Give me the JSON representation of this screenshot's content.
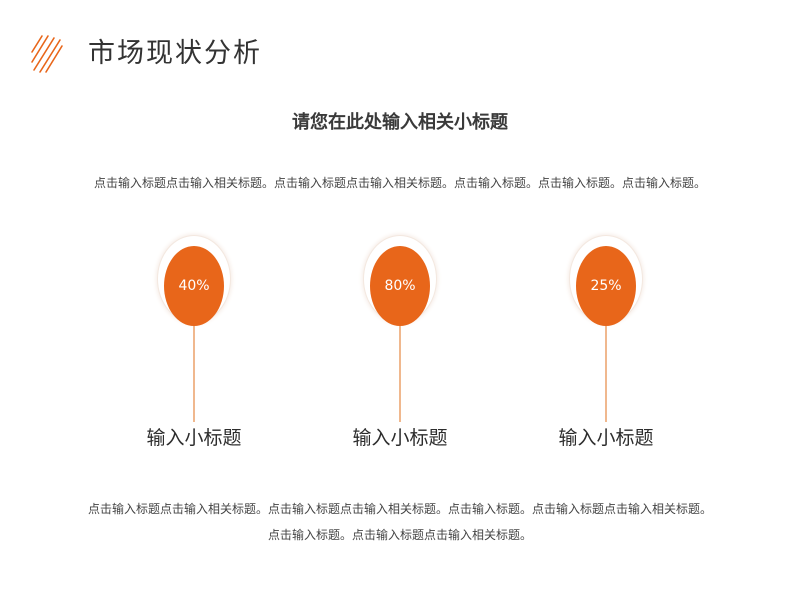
{
  "header": {
    "title": "市场现状分析",
    "logo_icon": "diagonal-stripes-icon",
    "accent_color": "#e8661a"
  },
  "subtitle": "请您在此处输入相关小标题",
  "description_top": "点击输入标题点击输入相关标题。点击输入标题点击输入相关标题。点击输入标题。点击输入标题。点击输入标题。",
  "metrics": [
    {
      "value": "40%",
      "label": "输入小标题"
    },
    {
      "value": "80%",
      "label": "输入小标题"
    },
    {
      "value": "25%",
      "label": "输入小标题"
    }
  ],
  "description_bottom": "点击输入标题点击输入相关标题。点击输入标题点击输入相关标题。点击输入标题。点击输入标题点击输入相关标题。点击输入标题。点击输入标题点击输入相关标题。"
}
